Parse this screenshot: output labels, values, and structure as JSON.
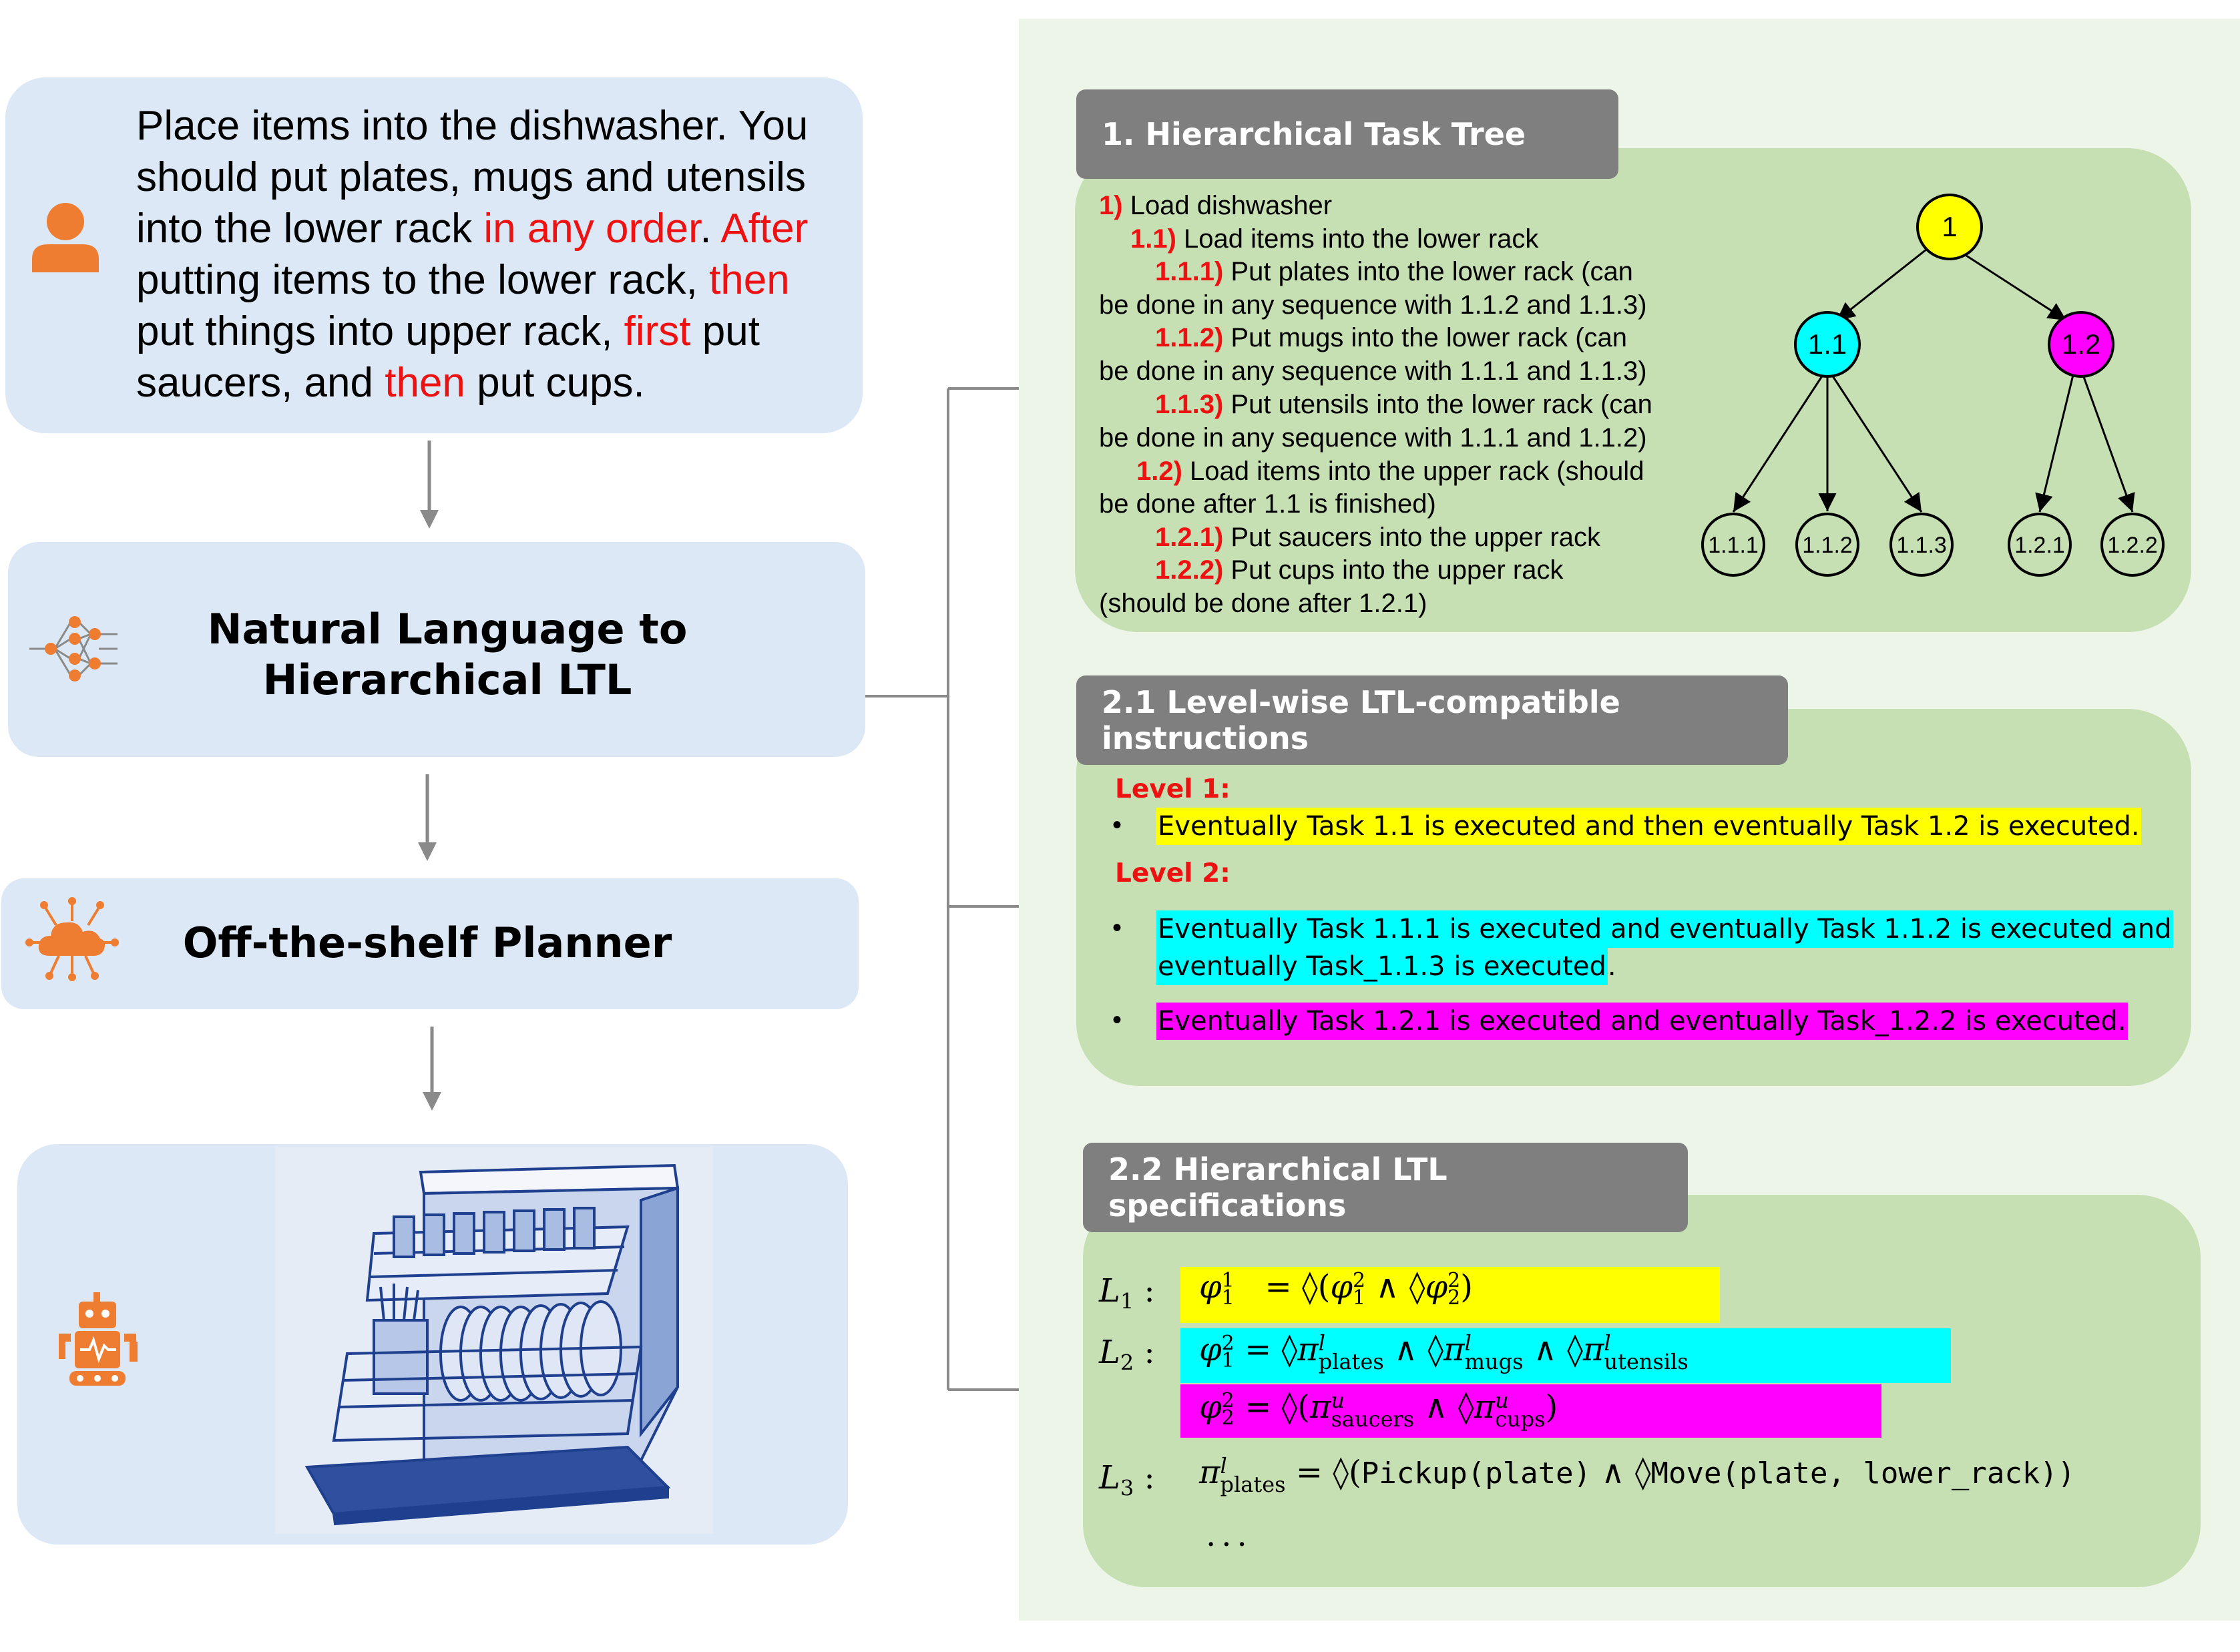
{
  "prompt": {
    "segments": [
      {
        "text": "Place items into the dishwasher. You should put plates, mugs and utensils into the lower rack ",
        "color": "black"
      },
      {
        "text": "in any order",
        "color": "red"
      },
      {
        "text": ". ",
        "color": "black"
      },
      {
        "text": "After",
        "color": "red"
      },
      {
        "text": " putting items to the lower rack, ",
        "color": "black"
      },
      {
        "text": "then",
        "color": "red"
      },
      {
        "text": " put things into upper rack, ",
        "color": "black"
      },
      {
        "text": "first",
        "color": "red"
      },
      {
        "text": " put saucers, and ",
        "color": "black"
      },
      {
        "text": "then",
        "color": "red"
      },
      {
        "text": " put cups.",
        "color": "black"
      }
    ]
  },
  "pipeline": {
    "step2_title_line1": "Natural Language to",
    "step2_title_line2": "Hierarchical LTL",
    "step3_title": "Off-the-shelf Planner"
  },
  "icons": {
    "user": "person-icon",
    "network": "neural-network-icon",
    "planner": "cloud-network-icon",
    "robot": "robot-icon",
    "dishwasher": "dishwasher-illustration"
  },
  "colors": {
    "accent_orange": "#ef7d31",
    "red_text": "#ee1111",
    "left_box_bg": "#dce8f5",
    "green_box_bg": "#c6e0b4",
    "panel_bg": "#ecf5e8",
    "header_gray": "#7f7f7f",
    "node_root": "#ffff00",
    "node_cyan": "#00ffff",
    "node_magenta": "#ff00ff"
  },
  "section1": {
    "header": "1. Hierarchical Task Tree",
    "lines": [
      {
        "num": "1)",
        "text": " Load dishwasher"
      },
      {
        "num": "1.1)",
        "text": " Load items into the lower rack"
      },
      {
        "num": "1.1.1)",
        "text": " Put plates into the lower rack (can"
      },
      {
        "num": "",
        "text": "be done in any sequence with 1.1.2 and 1.1.3)"
      },
      {
        "num": "1.1.2)",
        "text": " Put mugs into the lower rack (can"
      },
      {
        "num": "",
        "text": "be done in any sequence with 1.1.1 and 1.1.3)"
      },
      {
        "num": "1.1.3)",
        "text": " Put utensils into the lower rack (can"
      },
      {
        "num": "",
        "text": "be done in any sequence with 1.1.1 and 1.1.2)"
      },
      {
        "num": "1.2)",
        "text": " Load items into the upper rack (should"
      },
      {
        "num": "",
        "text": "be done after 1.1 is finished)"
      },
      {
        "num": "1.2.1)",
        "text": " Put saucers into the upper rack"
      },
      {
        "num": "1.2.2)",
        "text": " Put cups into the upper rack"
      },
      {
        "num": "",
        "text": "(should be done after 1.2.1)"
      }
    ],
    "tree": {
      "root": "1",
      "level2": [
        "1.1",
        "1.2"
      ],
      "leaves_a": [
        "1.1.1",
        "1.1.2",
        "1.1.3"
      ],
      "leaves_b": [
        "1.2.1",
        "1.2.2"
      ]
    }
  },
  "section21": {
    "header": "2.1 Level-wise LTL-compatible instructions",
    "level1_label": "Level 1:",
    "level1_item": "Eventually Task 1.1 is executed and then eventually Task 1.2 is executed.",
    "level2_label": "Level 2:",
    "level2_item1_line1": "Eventually Task 1.1.1 is executed and eventually Task 1.1.2 is executed and",
    "level2_item1_line2": "eventually Task_1.1.3 is executed",
    "level2_item1_tail": ".",
    "level2_item2": "Eventually Task 1.2.1 is executed and eventually Task_1.2.2 is executed.",
    "bullet": "•"
  },
  "section22": {
    "header": "2.2 Hierarchical LTL specifications",
    "labels": {
      "L1": "L",
      "L1_sub": "1",
      "L2": "L",
      "L2_sub": "2",
      "L3": "L",
      "L3_sub": "3",
      "colon": ":"
    },
    "sym": {
      "phi": "φ",
      "pi": "π",
      "diamond": "◊",
      "and": "∧",
      "eq": "=",
      "lp": "(",
      "rp": ")"
    },
    "subs": {
      "plates": "plates",
      "mugs": "mugs",
      "utensils": "utensils",
      "saucers": "saucers",
      "cups": "cups",
      "l": "l",
      "u": "u",
      "one": "1",
      "two": "2"
    },
    "code": {
      "pickup": "Pickup(plate)",
      "move": "Move(plate, lower_rack))"
    },
    "ellipsis": "..."
  }
}
